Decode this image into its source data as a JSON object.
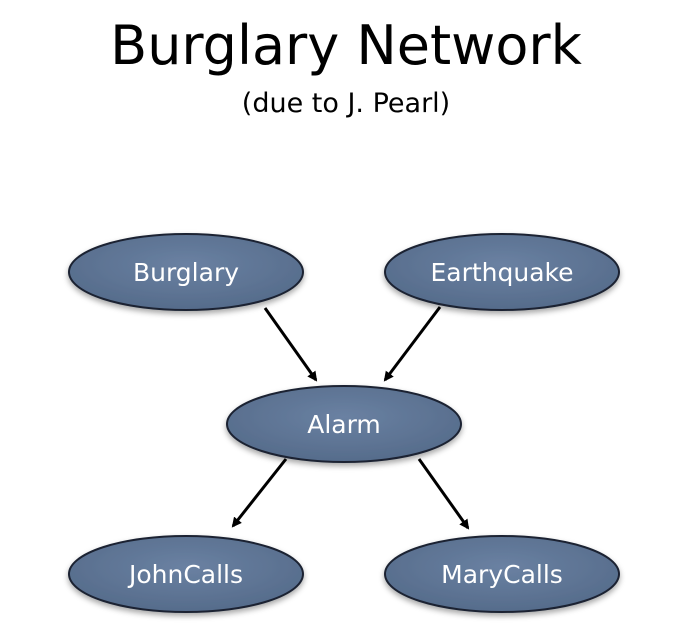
{
  "title": "Burglary Network",
  "subtitle": "(due to J. Pearl)",
  "node_fill": "#5d7393",
  "edge_color": "#000000",
  "nodes": {
    "burglary": "Burglary",
    "earthquake": "Earthquake",
    "alarm": "Alarm",
    "johncalls": "JohnCalls",
    "marycalls": "MaryCalls"
  },
  "edges": [
    {
      "from": "Burglary",
      "to": "Alarm"
    },
    {
      "from": "Earthquake",
      "to": "Alarm"
    },
    {
      "from": "Alarm",
      "to": "JohnCalls"
    },
    {
      "from": "Alarm",
      "to": "MaryCalls"
    }
  ]
}
